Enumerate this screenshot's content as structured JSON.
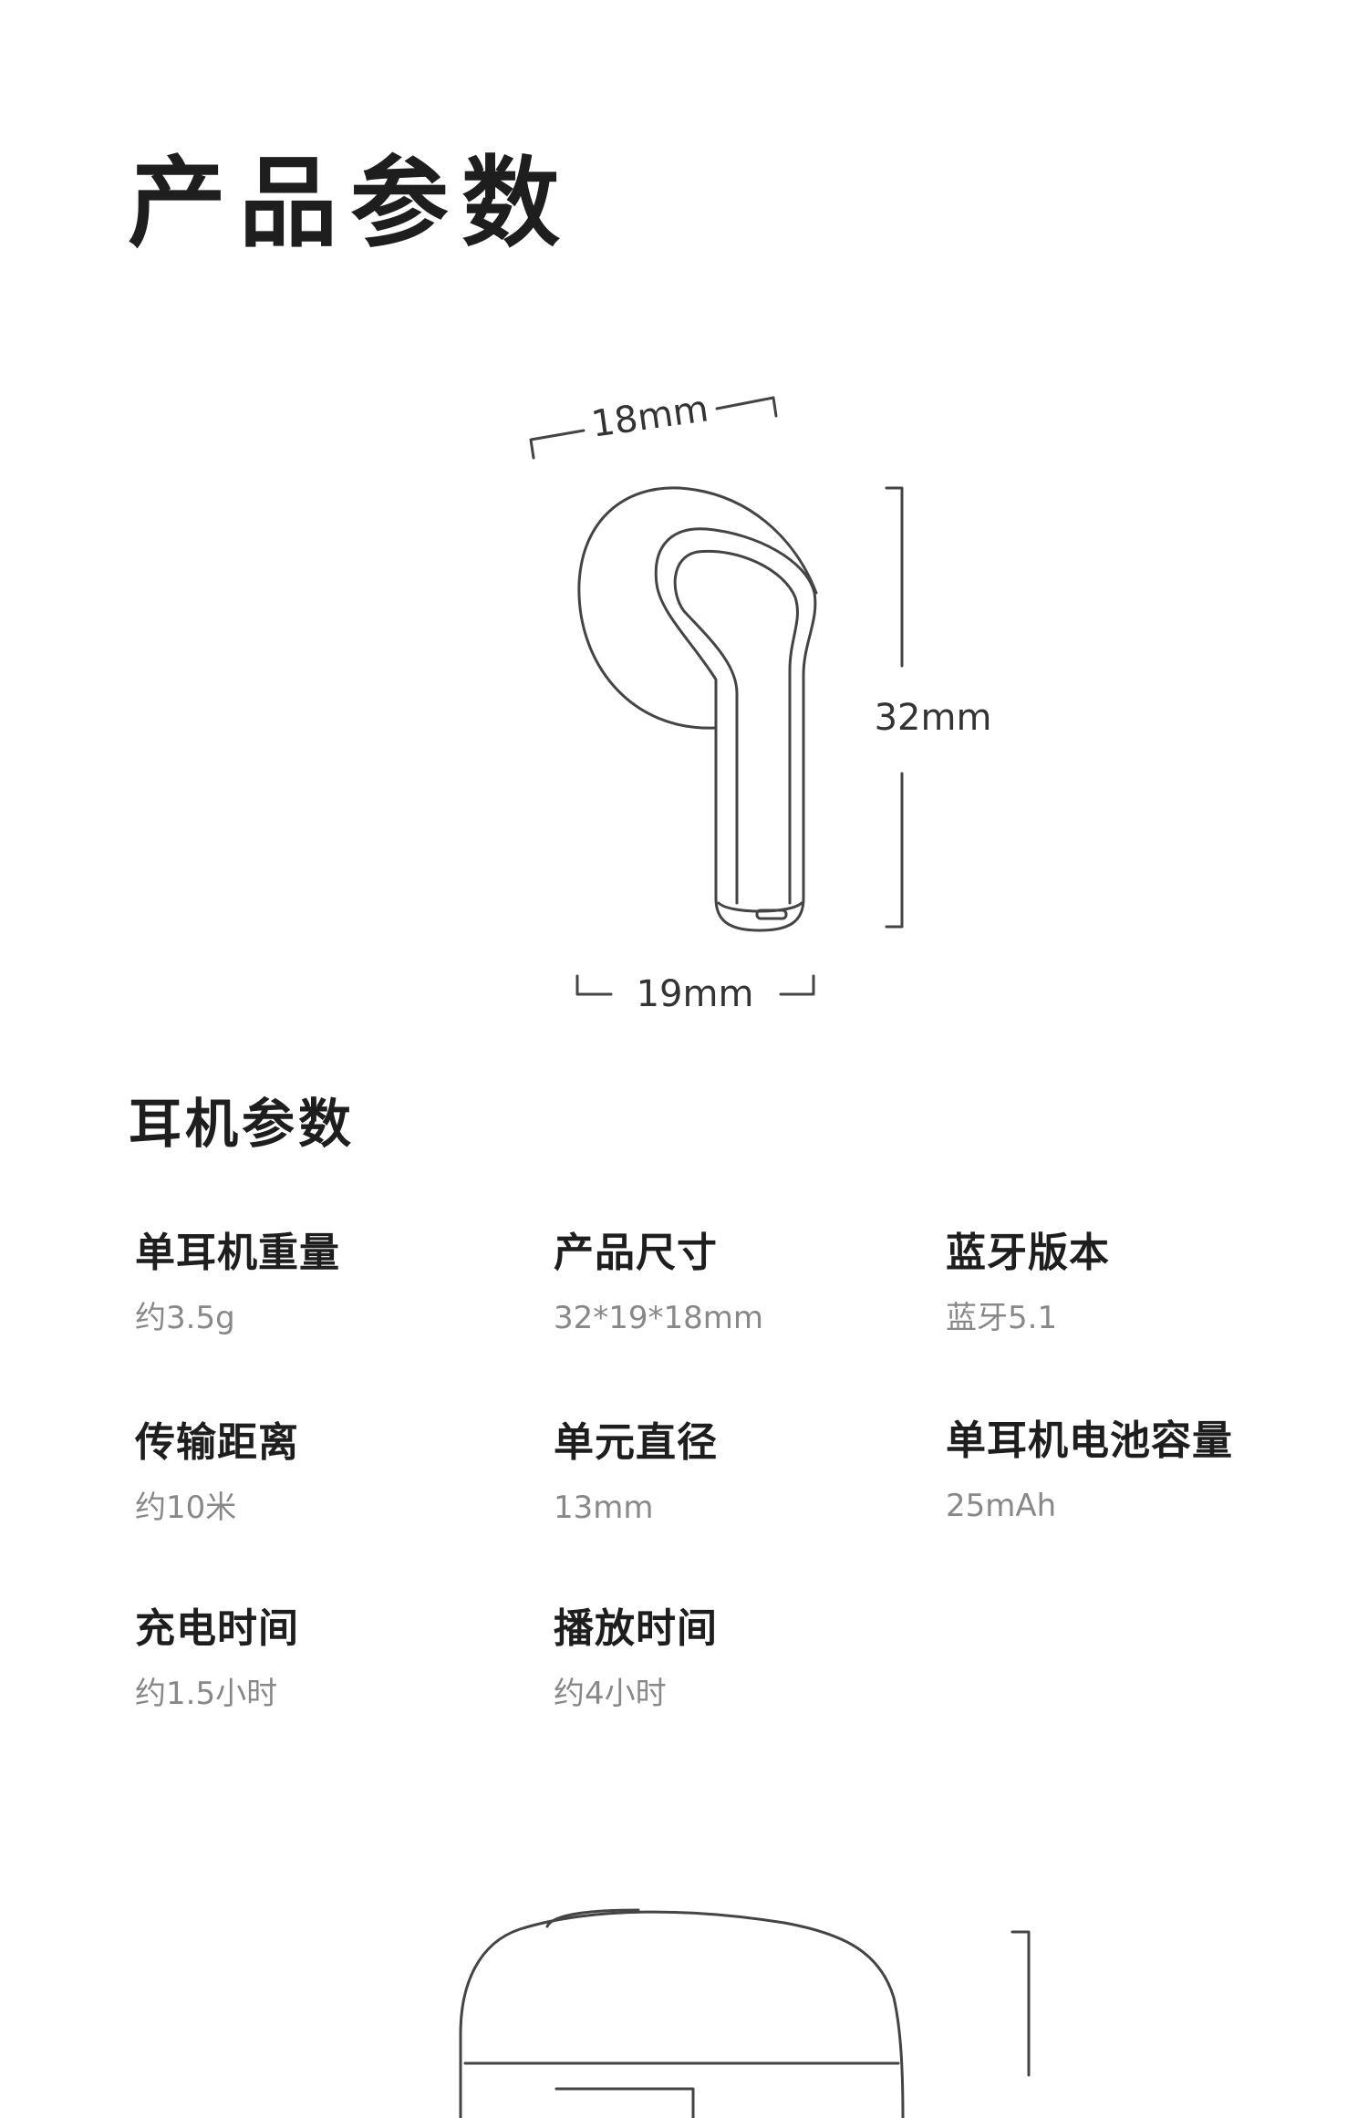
{
  "page_title": "产品参数",
  "diagram": {
    "width_top": "18mm",
    "height_right": "32mm",
    "width_bottom": "19mm"
  },
  "section_title": "耳机参数",
  "specs": [
    {
      "label": "单耳机重量",
      "value": "约3.5g"
    },
    {
      "label": "产品尺寸",
      "value": "32*19*18mm"
    },
    {
      "label": "蓝牙版本",
      "value": "蓝牙5.1"
    },
    {
      "label": "传输距离",
      "value": "约10米"
    },
    {
      "label": "单元直径",
      "value": "13mm"
    },
    {
      "label": "单耳机电池容量",
      "value": "25mAh"
    },
    {
      "label": "充电时间",
      "value": "约1.5小时"
    },
    {
      "label": "播放时间",
      "value": "约4小时"
    }
  ]
}
